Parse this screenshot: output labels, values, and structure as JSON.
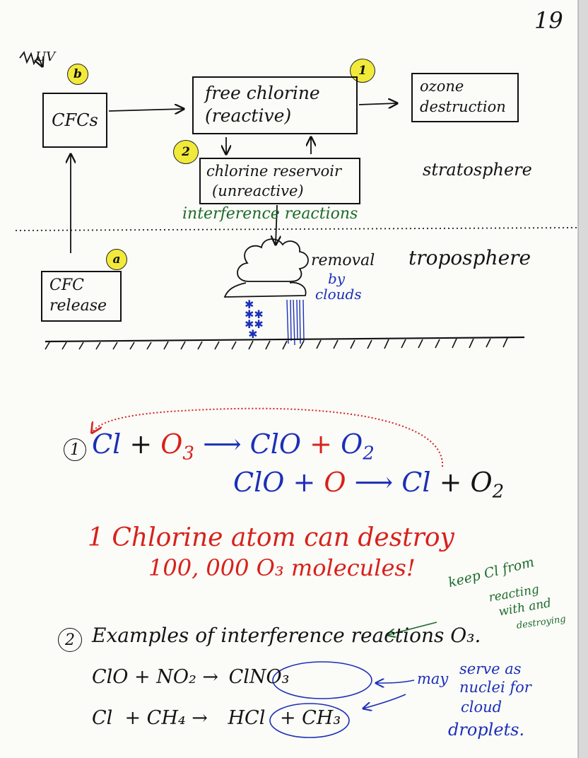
{
  "page_number": "19",
  "diagram": {
    "uv": "UV",
    "cfcs": "CFCs",
    "cfc_release": [
      "CFC",
      "release"
    ],
    "free_chlorine": [
      "free chlorine",
      "(reactive)"
    ],
    "ozone_destruction": [
      "ozone",
      "destruction"
    ],
    "chlorine_reservoir": [
      "chlorine reservoir",
      "(unreactive)"
    ],
    "interference_reactions": "interference reactions",
    "stratosphere": "stratosphere",
    "troposphere": "troposphere",
    "removal": "removal",
    "by_clouds": [
      "by",
      "clouds"
    ],
    "badges": {
      "a": "a",
      "b": "b",
      "one": "1",
      "two": "2"
    }
  },
  "section1": {
    "marker": "1",
    "eq1": {
      "cl": "Cl",
      "plus1": "+",
      "o3": "O",
      "o3_sub": "3",
      "arrow": "⟶",
      "clo": "ClO",
      "plus2": "+",
      "o2": "O",
      "o2_sub": "2"
    },
    "eq2": {
      "clo": "ClO",
      "plus1": "+",
      "o": "O",
      "arrow": "⟶",
      "cl": "Cl",
      "plus2": "+",
      "o2": "O",
      "o2_sub": "2"
    },
    "statement_line1": "1 Chlorine atom can destroy",
    "statement_line2": "100, 000 O₃ molecules!"
  },
  "section2": {
    "marker": "2",
    "heading": "Examples of interference reactions O₃.",
    "note_keep": [
      "keep Cl from",
      "reacting",
      "with and",
      "destroying"
    ],
    "eq1": {
      "lhs": "ClO + NO₂ →",
      "product": "ClNO₃"
    },
    "eq2": {
      "lhs": "Cl  + CH₄ →",
      "product": "HCl",
      "rhs": "+ CH₃"
    },
    "may": "may",
    "note_nuclei": [
      "serve as",
      "nuclei for",
      "cloud",
      "droplets."
    ]
  }
}
